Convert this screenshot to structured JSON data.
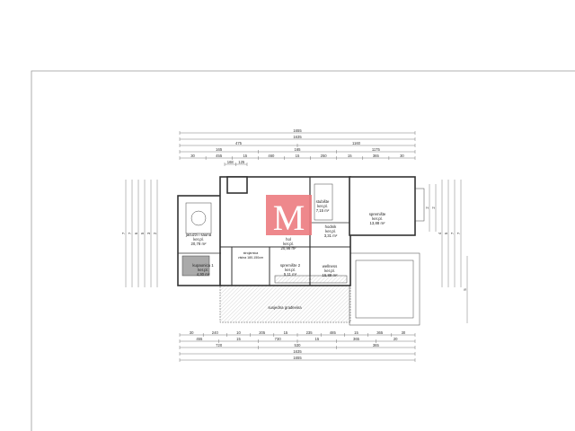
{
  "plan": {
    "rooms": [
      {
        "name": "jacuzzi i sauna",
        "floor": "ker.pl.",
        "area": "20,78 m²"
      },
      {
        "name": "hol",
        "floor": "ker.pl.",
        "area": "20,98 m²"
      },
      {
        "name": "stubište",
        "floor": "ker.pl.",
        "area": "7,15 m²"
      },
      {
        "name": "spremište",
        "floor": "ker.pl.",
        "area": "13,88 m²"
      },
      {
        "name": "hodnik",
        "floor": "ker.pl.",
        "area": "3,31 m²"
      },
      {
        "name": "kupaonica 1",
        "floor": "ker.pl.",
        "area": "4,30 m²"
      },
      {
        "name": "spremište 2",
        "floor": "ker.pl.",
        "area": "5,11 m²"
      },
      {
        "name": "wellness",
        "floor": "ker.pl.",
        "area": "15,88 m²"
      }
    ],
    "service_room": {
      "name": "strojarnica",
      "note": "visina 180-150cm"
    },
    "neighbor_label": "susjedna građevina",
    "logo_letter": "M",
    "logo_color": "#ec7b80",
    "top_dims": [
      [
        "1655"
      ],
      [
        "1635"
      ],
      [
        "475",
        "1160"
      ],
      [
        "165",
        "165",
        "1175"
      ],
      [
        "30",
        "455",
        "15",
        "460",
        "15",
        "250",
        "15",
        "365",
        "30"
      ],
      [
        "168",
        "125"
      ]
    ],
    "bottom_dims": [
      [
        "30",
        "240",
        "10",
        "205",
        "15",
        "235",
        "485",
        "15",
        "365",
        "30"
      ],
      [
        "455",
        "15",
        "730",
        "15",
        "365",
        "20"
      ],
      [
        "720",
        "530",
        "365"
      ],
      [
        "1635"
      ],
      [
        "1655"
      ]
    ],
    "left_dims": [
      "795",
      "775",
      "605",
      "535",
      "345",
      "205"
    ],
    "right_dims": [
      "257",
      "237",
      "410",
      "535",
      "775",
      "795",
      "510"
    ]
  }
}
